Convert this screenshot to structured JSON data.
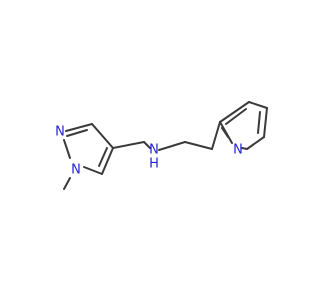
{
  "atoms": {
    "n_methyl": "N",
    "n_pyrazole": "N",
    "n_amine": "N",
    "h_amine": "H",
    "n_pyridine": "N"
  },
  "colors": {
    "bond": "#3a3a3a",
    "nitrogen": "#2323d4",
    "background": "#ffffff"
  }
}
